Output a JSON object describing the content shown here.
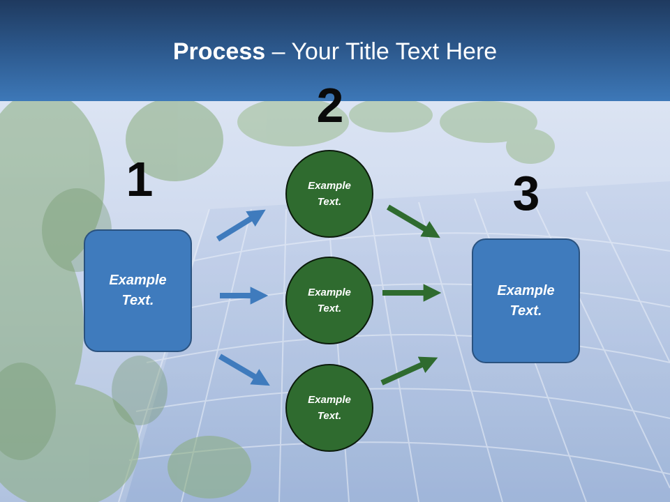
{
  "title": {
    "bold_part": "Process",
    "rest_part": " – Your Title Text Here"
  },
  "steps": {
    "one": {
      "number": "1",
      "box_text": "Example Text."
    },
    "two": {
      "number": "2",
      "circles": [
        "Example Text.",
        "Example Text.",
        "Example Text."
      ]
    },
    "three": {
      "number": "3",
      "box_text": "Example Text."
    }
  },
  "colors": {
    "header_dark": "#1f3a5f",
    "header_light": "#3d78b8",
    "box_blue": "#3f7bbd",
    "circle_green": "#2f6b2f",
    "arrow_blue": "#3f7bbd",
    "arrow_green": "#2f6b2f"
  },
  "icons": {
    "background": "tree-and-glass-building-photo",
    "arrows": "arrow-icon"
  }
}
